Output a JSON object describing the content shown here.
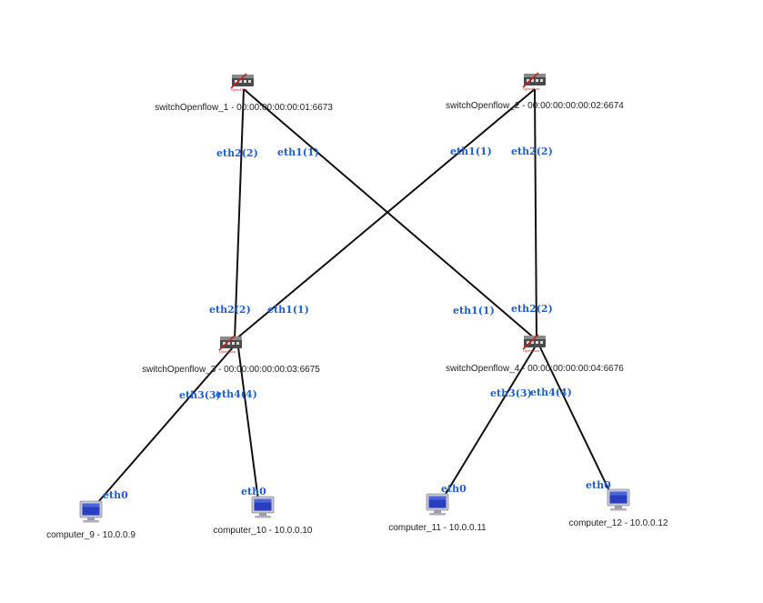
{
  "colors": {
    "background": "#ffffff",
    "link": "#111111",
    "port_label": "#1f5fd0",
    "node_label": "#222222",
    "switch_body": "#4a4a4a",
    "switch_accent": "#cc2222",
    "monitor_screen": "#2a3fbf",
    "monitor_frame": "#c8c8d0"
  },
  "switches": [
    {
      "label": "switchOpenflow_1 - 00:00:00:00:00:01:6673",
      "icon": "openflow-switch-icon"
    },
    {
      "label": "switchOpenflow_2 - 00:00:00:00:00:02:6674",
      "icon": "openflow-switch-icon"
    },
    {
      "label": "switchOpenflow_3 - 00:00:00:00:00:03:6675",
      "icon": "openflow-switch-icon"
    },
    {
      "label": "switchOpenflow_4 - 00:00:00:00:00:04:6676",
      "icon": "openflow-switch-icon"
    }
  ],
  "computers": [
    {
      "label": "computer_9 - 10.0.0.9",
      "icon": "computer-monitor-icon"
    },
    {
      "label": "computer_10 - 10.0.0.10",
      "icon": "computer-monitor-icon"
    },
    {
      "label": "computer_11 - 10.0.0.11",
      "icon": "computer-monitor-icon"
    },
    {
      "label": "computer_12 - 10.0.0.12",
      "icon": "computer-monitor-icon"
    }
  ],
  "links": [
    {
      "from": "switchOpenflow_1",
      "from_port": "eth2(2)",
      "to": "switchOpenflow_3",
      "to_port": "eth2(2)"
    },
    {
      "from": "switchOpenflow_1",
      "from_port": "eth1(1)",
      "to": "switchOpenflow_4",
      "to_port": "eth1(1)"
    },
    {
      "from": "switchOpenflow_2",
      "from_port": "eth1(1)",
      "to": "switchOpenflow_3",
      "to_port": "eth1(1)"
    },
    {
      "from": "switchOpenflow_2",
      "from_port": "eth2(2)",
      "to": "switchOpenflow_4",
      "to_port": "eth2(2)"
    },
    {
      "from": "switchOpenflow_3",
      "from_port": "eth3(3)",
      "to": "computer_9",
      "to_port": "eth0"
    },
    {
      "from": "switchOpenflow_3",
      "from_port": "eth4(4)",
      "to": "computer_10",
      "to_port": "eth0"
    },
    {
      "from": "switchOpenflow_4",
      "from_port": "eth3(3)",
      "to": "computer_11",
      "to_port": "eth0"
    },
    {
      "from": "switchOpenflow_4",
      "from_port": "eth4(4)",
      "to": "computer_12",
      "to_port": "eth0"
    }
  ]
}
